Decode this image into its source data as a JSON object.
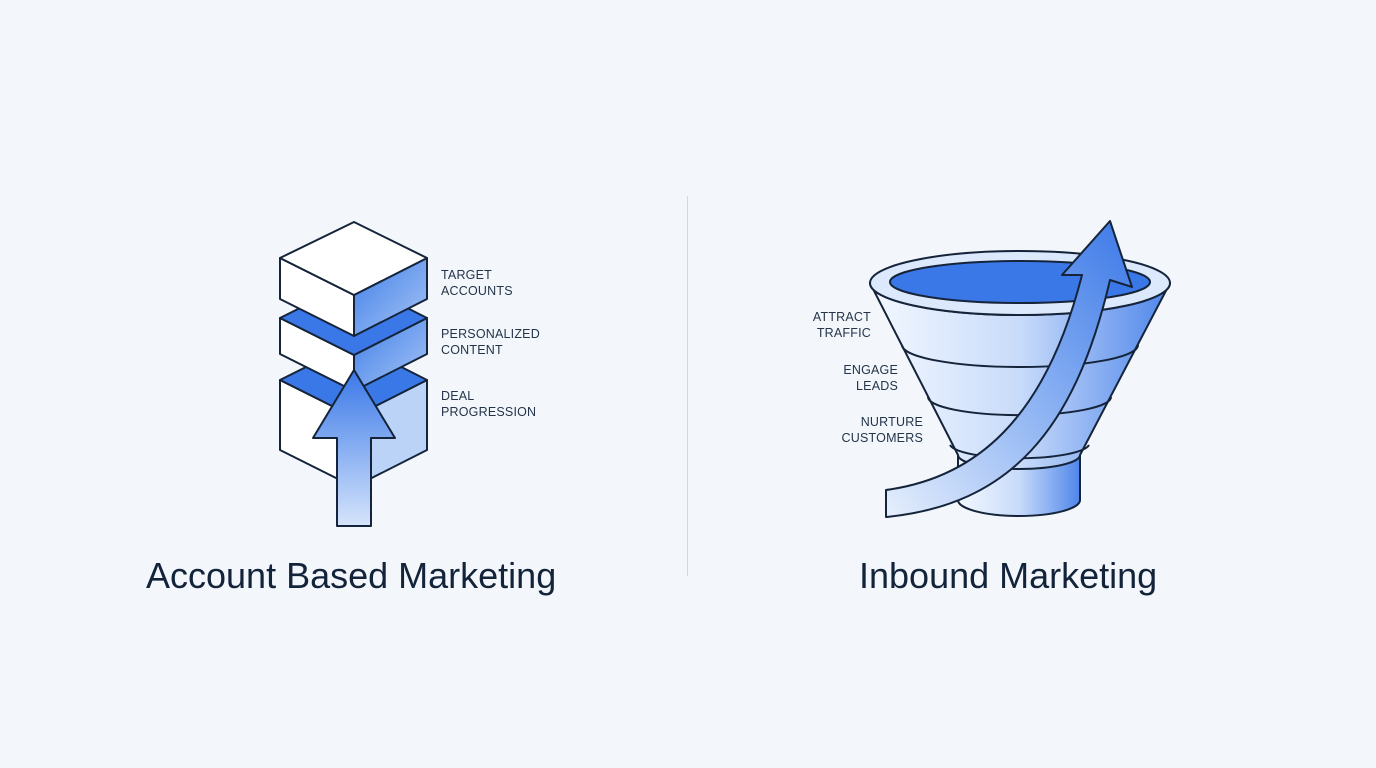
{
  "abm": {
    "title": "Account Based Marketing",
    "stages": [
      {
        "line1": "TARGET",
        "line2": "ACCOUNTS"
      },
      {
        "line1": "PERSONALIZED",
        "line2": "CONTENT"
      },
      {
        "line1": "DEAL",
        "line2": "PROGRESSION"
      }
    ]
  },
  "inbound": {
    "title": "Inbound Marketing",
    "stages": [
      {
        "line1": "ATTRACT",
        "line2": "TRAFFIC"
      },
      {
        "line1": "ENGAGE",
        "line2": "LEADS"
      },
      {
        "line1": "NURTURE",
        "line2": "CUSTOMERS"
      }
    ]
  },
  "colors": {
    "background": "#f3f7fb",
    "accent": "#3b78e7",
    "outline": "#15243a",
    "light_fill": "#dce8fb"
  },
  "icons": [
    "stacked-cubes-icon",
    "up-arrow-icon",
    "funnel-icon",
    "curved-arrow-icon"
  ]
}
